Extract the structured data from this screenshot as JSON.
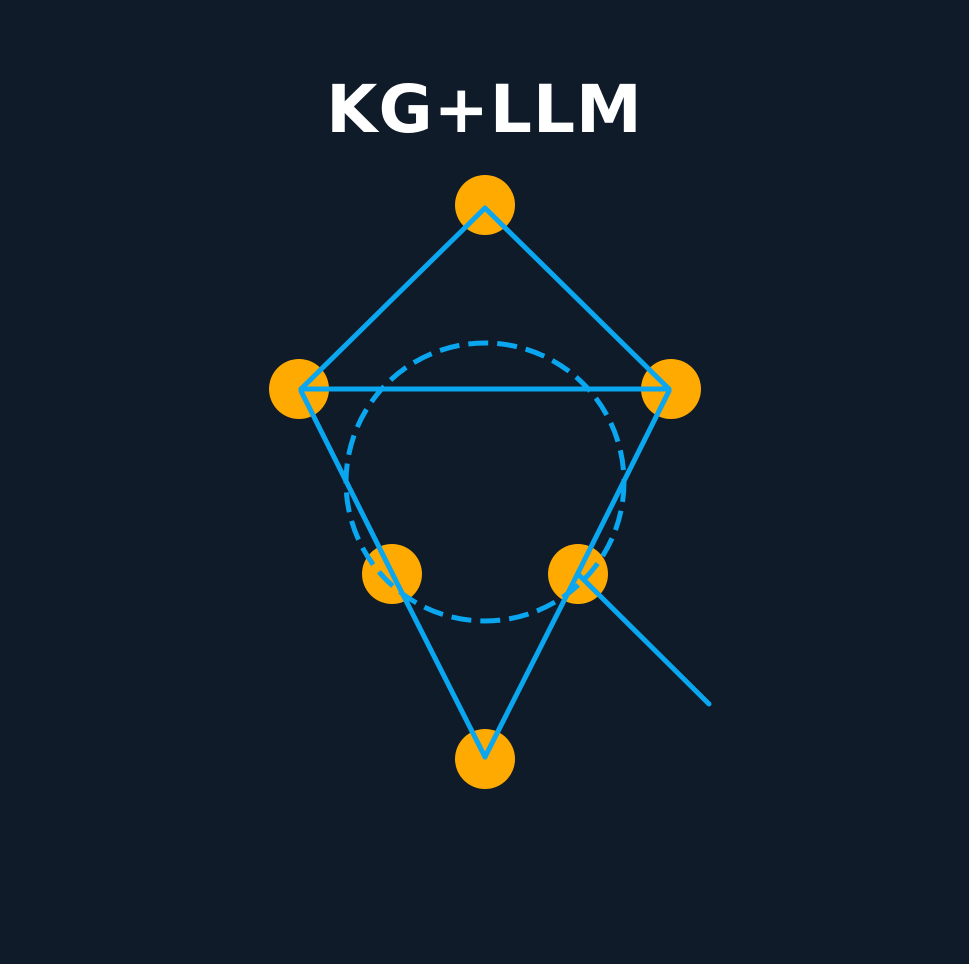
{
  "title": "KG+LLM",
  "colors": {
    "background": "#0f1b29",
    "node": "#ffaa00",
    "edge": "#0aa6f0",
    "title": "#ffffff"
  },
  "diagram": {
    "nodes": [
      {
        "id": "n-top"
      },
      {
        "id": "n-left"
      },
      {
        "id": "n-right"
      },
      {
        "id": "n-mid-left"
      },
      {
        "id": "n-mid-right"
      },
      {
        "id": "n-bottom"
      }
    ],
    "edges": [
      {
        "from": "n-top",
        "to": "n-left"
      },
      {
        "from": "n-top",
        "to": "n-right"
      },
      {
        "from": "n-left",
        "to": "n-right"
      },
      {
        "from": "n-left",
        "to": "n-mid-left"
      },
      {
        "from": "n-right",
        "to": "n-mid-right"
      },
      {
        "from": "n-mid-left",
        "to": "n-bottom"
      },
      {
        "from": "n-mid-right",
        "to": "n-bottom"
      }
    ]
  }
}
